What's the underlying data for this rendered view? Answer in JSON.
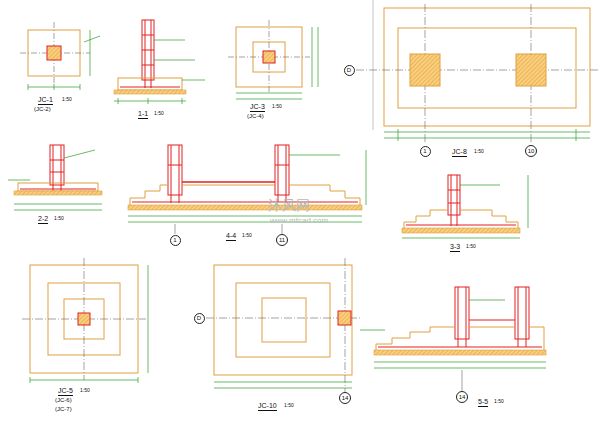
{
  "diagram": {
    "nodes": [
      {
        "text": [
          "D"
        ]
      },
      {
        "text": [
          "1"
        ]
      },
      {
        "text": [
          "10"
        ]
      },
      {
        "text": [
          "1"
        ]
      },
      {
        "text": [
          "11"
        ]
      },
      {
        "text": [
          "D"
        ]
      },
      {
        "text": [
          "14"
        ]
      },
      {
        "text": [
          "14"
        ]
      }
    ],
    "labels": [
      "JC-1",
      "(JC-2)",
      "1:50",
      "1-1",
      "1:50",
      "JC-3",
      "(JC-4)",
      "1:50",
      "JC-8",
      "1:50",
      "2-2",
      "1:50",
      "4-4",
      "1:50",
      "3-3",
      "1:50",
      "JC-5",
      "(JC-6)",
      "(JC-7)",
      "1:50",
      "JC-10",
      "1:50",
      "5-5",
      "1:50",
      "沐风网",
      "www.mfcad.com"
    ]
  }
}
